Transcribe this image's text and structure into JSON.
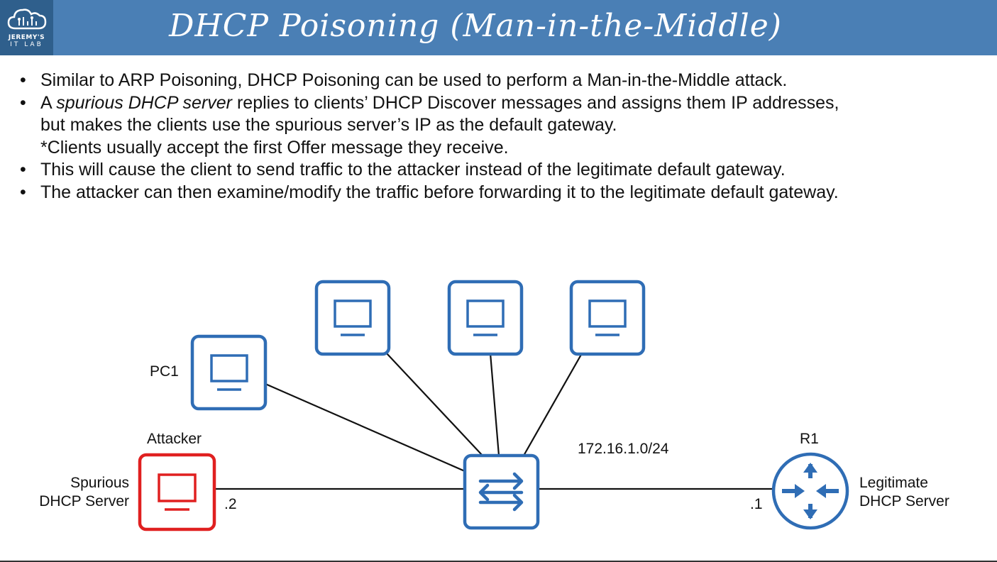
{
  "header": {
    "title": "DHCP Poisoning (Man-in-the-Middle)",
    "logo_line1": "JEREMY'S",
    "logo_line2": "IT LAB",
    "bg_color": "#4a7fb5"
  },
  "bullets": [
    {
      "text": "Similar to ARP Poisoning, DHCP Poisoning can be used to perform a Man-in-the-Middle attack."
    },
    {
      "prefix": "A ",
      "emphasis": "spurious DHCP server",
      "text": " replies to clients’ DHCP Discover messages and assigns them IP addresses,"
    },
    {
      "text": "but makes the clients use the spurious server’s IP as the default gateway."
    },
    {
      "text": "*Clients usually accept the first Offer message they receive."
    },
    {
      "text": "This will cause the client to send traffic to the attacker instead of the legitimate default gateway."
    },
    {
      "text": "The attacker can then examine/modify the traffic before forwarding it to the legitimate default gateway."
    }
  ],
  "diagram": {
    "pc1_label": "PC1",
    "attacker_label": "Attacker",
    "spurious_line1": "Spurious",
    "spurious_line2": "DHCP Server",
    "attacker_ip": ".2",
    "network": "172.16.1.0/24",
    "router_label": "R1",
    "router_ip": ".1",
    "legit_line1": "Legitimate",
    "legit_line2": "DHCP Server",
    "device_color": "#2f6db5",
    "attacker_color": "#e02020",
    "icons": [
      "pc-icon",
      "pc-icon",
      "pc-icon",
      "pc-icon",
      "attacker-pc-icon",
      "switch-icon",
      "router-icon"
    ]
  }
}
